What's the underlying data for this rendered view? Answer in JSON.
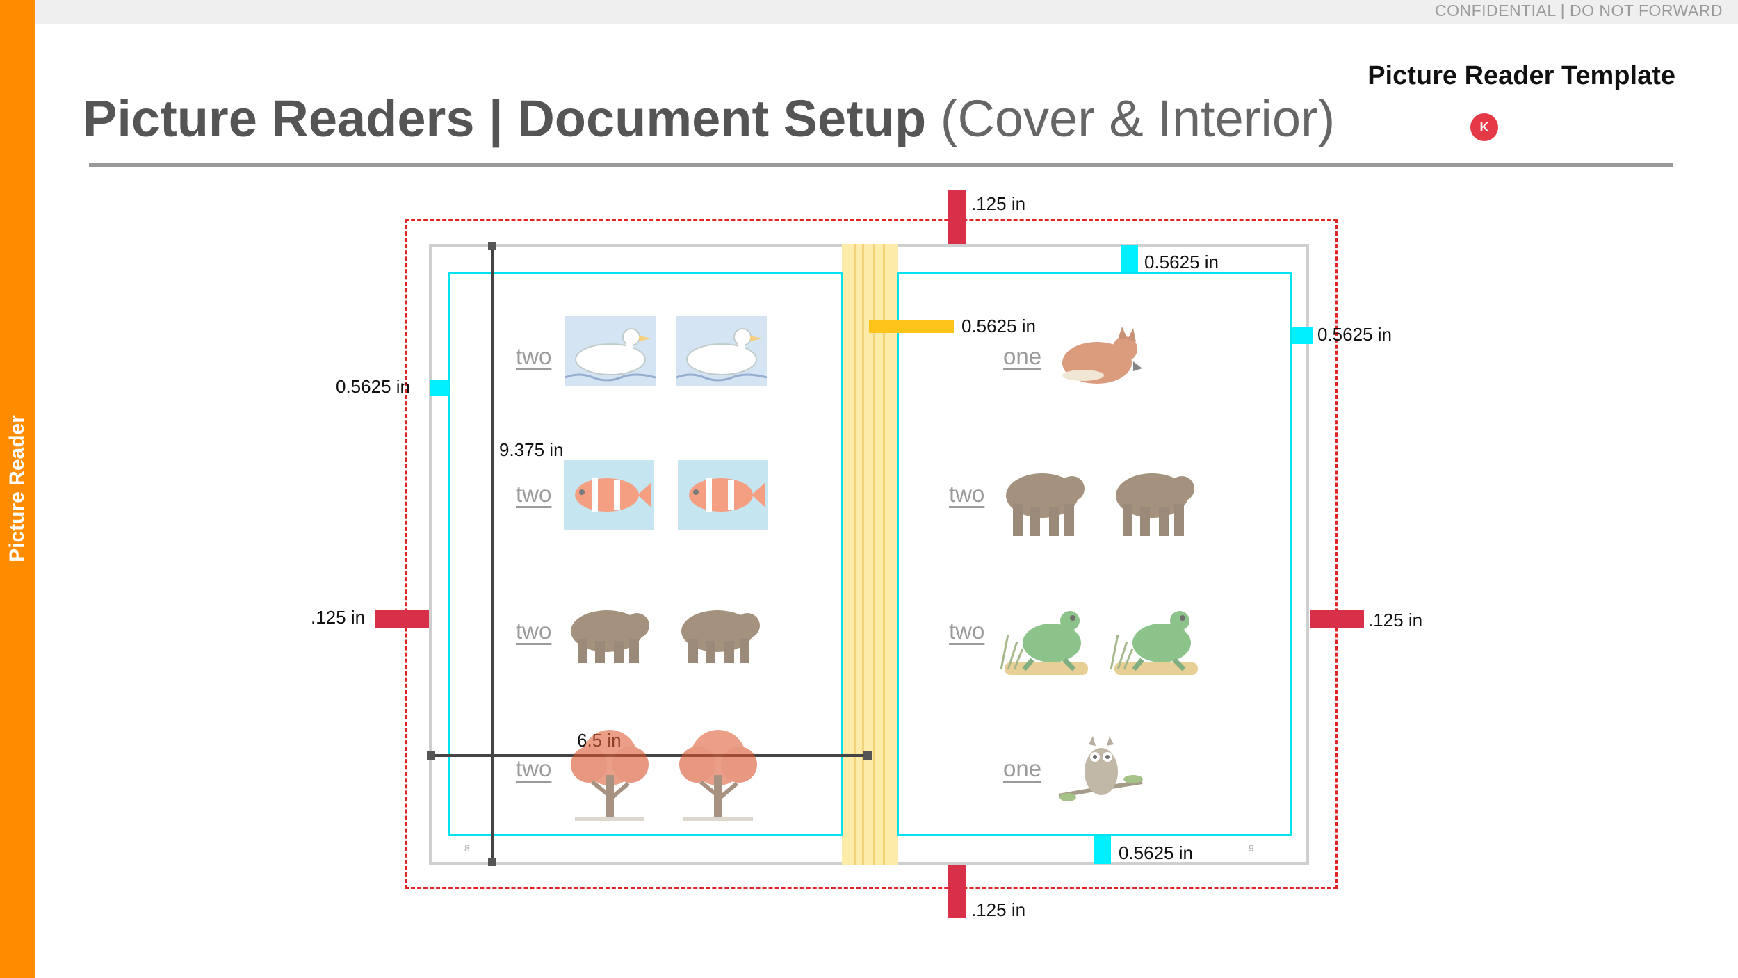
{
  "header": {
    "confidential": "CONFIDENTIAL | DO NOT FORWARD",
    "sidebar_label": "Picture Reader",
    "title_bold": "Picture Readers | Document Setup",
    "title_light": "(Cover & Interior)",
    "template_title": "Picture Reader Template",
    "badge": "K"
  },
  "dimensions": {
    "bleed_top": ".125 in",
    "bleed_bottom": ".125 in",
    "bleed_left": ".125 in",
    "bleed_right": ".125 in",
    "margin_top": "0.5625 in",
    "margin_bottom": "0.5625 in",
    "margin_left": "0.5625 in",
    "margin_right": "0.5625 in",
    "margin_gutter": "0.5625 in",
    "height": "9.375 in",
    "width": "6.5 in"
  },
  "left_page": {
    "page_number": "8",
    "rows": [
      {
        "word": "two",
        "picture": "duck-icon"
      },
      {
        "word": "two",
        "picture": "clownfish-icon"
      },
      {
        "word": "two",
        "picture": "bear-icon"
      },
      {
        "word": "two",
        "picture": "tree-icon"
      }
    ]
  },
  "right_page": {
    "page_number": "9",
    "rows": [
      {
        "word": "one",
        "picture": "fox-icon"
      },
      {
        "word": "two",
        "picture": "bear-icon"
      },
      {
        "word": "two",
        "picture": "frog-icon"
      },
      {
        "word": "one",
        "picture": "owl-icon"
      }
    ]
  },
  "colors": {
    "accent_orange": "#ff8c00",
    "bleed_red": "#e02424",
    "safe_cyan": "#00e2f0",
    "gutter_yellow": "#ffc41a"
  }
}
